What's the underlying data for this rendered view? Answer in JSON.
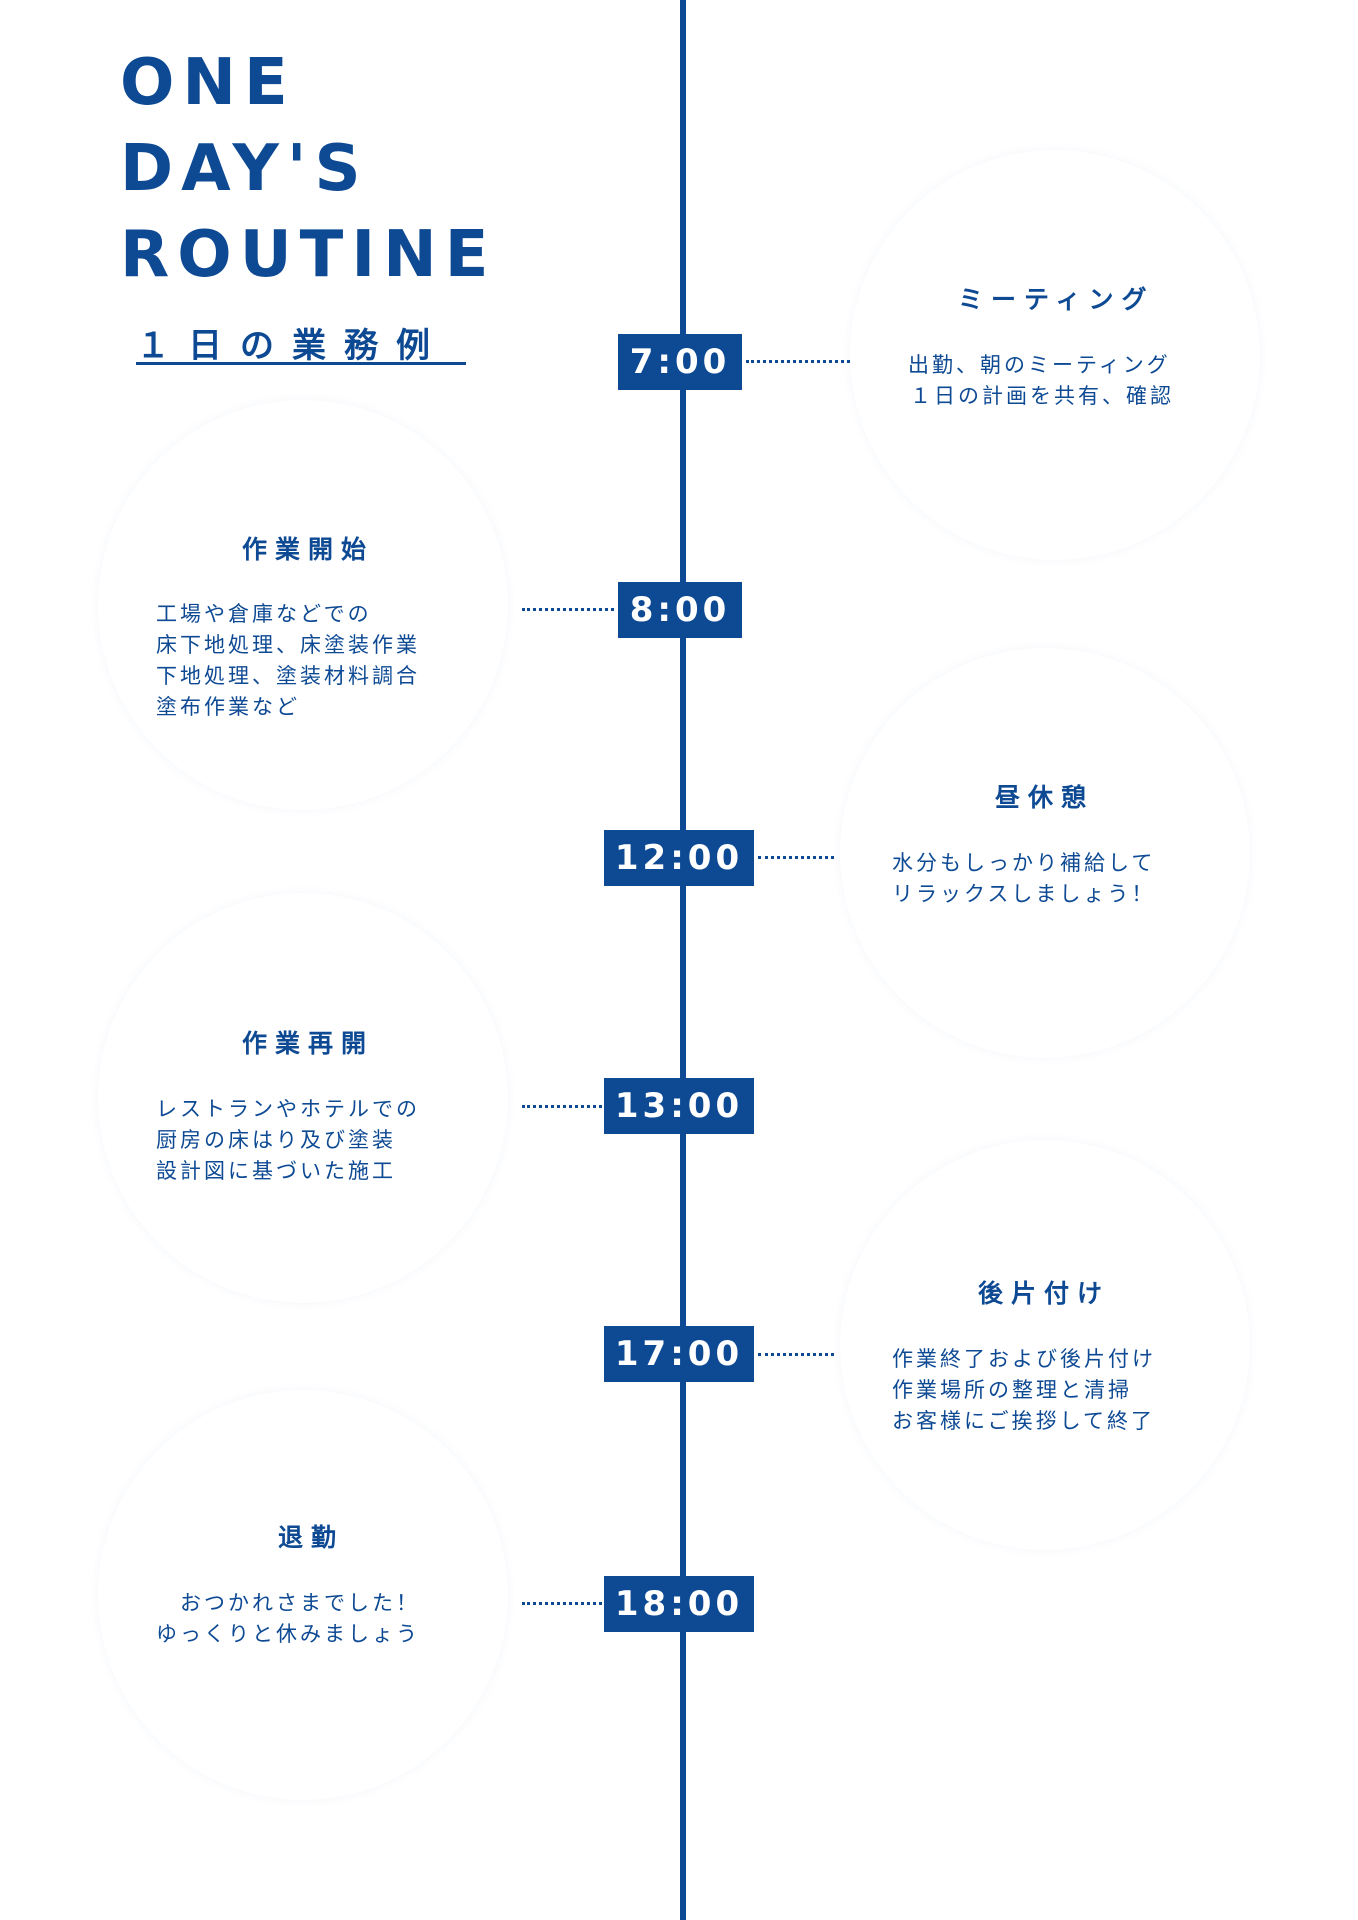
{
  "title_lines": [
    "ONE",
    "DAY'S",
    "ROUTINE"
  ],
  "subtitle": "１日の業務例",
  "colors": {
    "primary": "#0e4a94",
    "background": "#ffffff"
  },
  "schedule": [
    {
      "time": "7:00",
      "heading": "ミーティング",
      "lines": [
        "出勤、朝のミーティング",
        "１日の計画を共有、確認"
      ]
    },
    {
      "time": "8:00",
      "heading": "作業開始",
      "lines": [
        "工場や倉庫などでの",
        "床下地処理、床塗装作業",
        "下地処理、塗装材料調合",
        "塗布作業など"
      ]
    },
    {
      "time": "12:00",
      "heading": "昼休憩",
      "lines": [
        "水分もしっかり補給して",
        "リラックスしましょう！"
      ]
    },
    {
      "time": "13:00",
      "heading": "作業再開",
      "lines": [
        "レストランやホテルでの",
        "厨房の床はり及び塗装",
        "設計図に基づいた施工"
      ]
    },
    {
      "time": "17:00",
      "heading": "後片付け",
      "lines": [
        "作業終了および後片付け",
        "作業場所の整理と清掃",
        "お客様にご挨拶して終了"
      ]
    },
    {
      "time": "18:00",
      "heading": "退勤",
      "lines": [
        "おつかれさまでした！",
        "ゆっくりと休みましょう"
      ]
    }
  ]
}
